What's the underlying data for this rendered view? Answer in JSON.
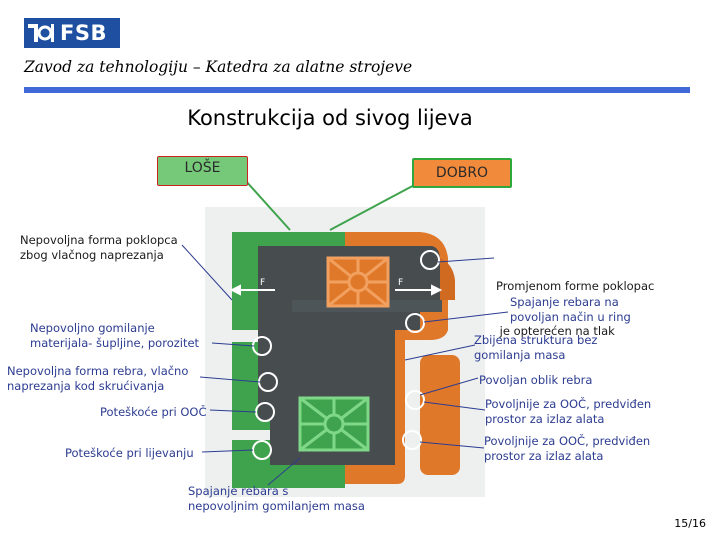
{
  "header": {
    "logo_text": "FSB",
    "department": "Zavod za tehnologiju – Katedra za alatne strojeve"
  },
  "title": "Konstrukcija od sivog lijeva",
  "boxes": {
    "bad": "LOŠE",
    "good": "DOBRO"
  },
  "left_labels": {
    "cover_shape": [
      "Nepovoljna forma poklopca",
      "zbog vlačnog naprezanja"
    ],
    "accumulation": [
      "Nepovoljno gomilanje",
      "materijala- šupljine, porozitet"
    ],
    "rib_shape": [
      "Nepovoljna forma rebra, vlačno",
      "naprezanja kod skrućivanja"
    ],
    "ooc_problems": "Poteškoće pri OOČ",
    "casting_problems": "Poteškoće pri lijevanju",
    "bottom": [
      "Spajanje rebara s",
      "nepovoljnim gomilanjem masa"
    ]
  },
  "right_labels": {
    "cover_changed": [
      "Promjenom forme poklopac",
      " je opterećen na tlak"
    ],
    "ribs_ring": [
      "Spajanje rebara na",
      "povoljan način u ring"
    ],
    "compact": [
      "Zbijena struktura bez",
      "gomilanja masa"
    ],
    "rib_shape": "Povoljan oblik rebra",
    "ooc_better_1": [
      "Povoljnije za OOČ, predviđen",
      "prostor za izlaz alata"
    ],
    "ooc_better_2": [
      "Povoljnije za OOČ, predviđen",
      "prostor za izlaz alata"
    ]
  },
  "diagram": {
    "force_label_left": "F",
    "force_label_right": "F"
  },
  "page_number": "15/16",
  "colors": {
    "green": "#3fa34d",
    "orange": "#e0782a",
    "dark_gray": "#474c4f",
    "blue_bar": "#4169d8",
    "logo_blue": "#1f4fa0"
  }
}
